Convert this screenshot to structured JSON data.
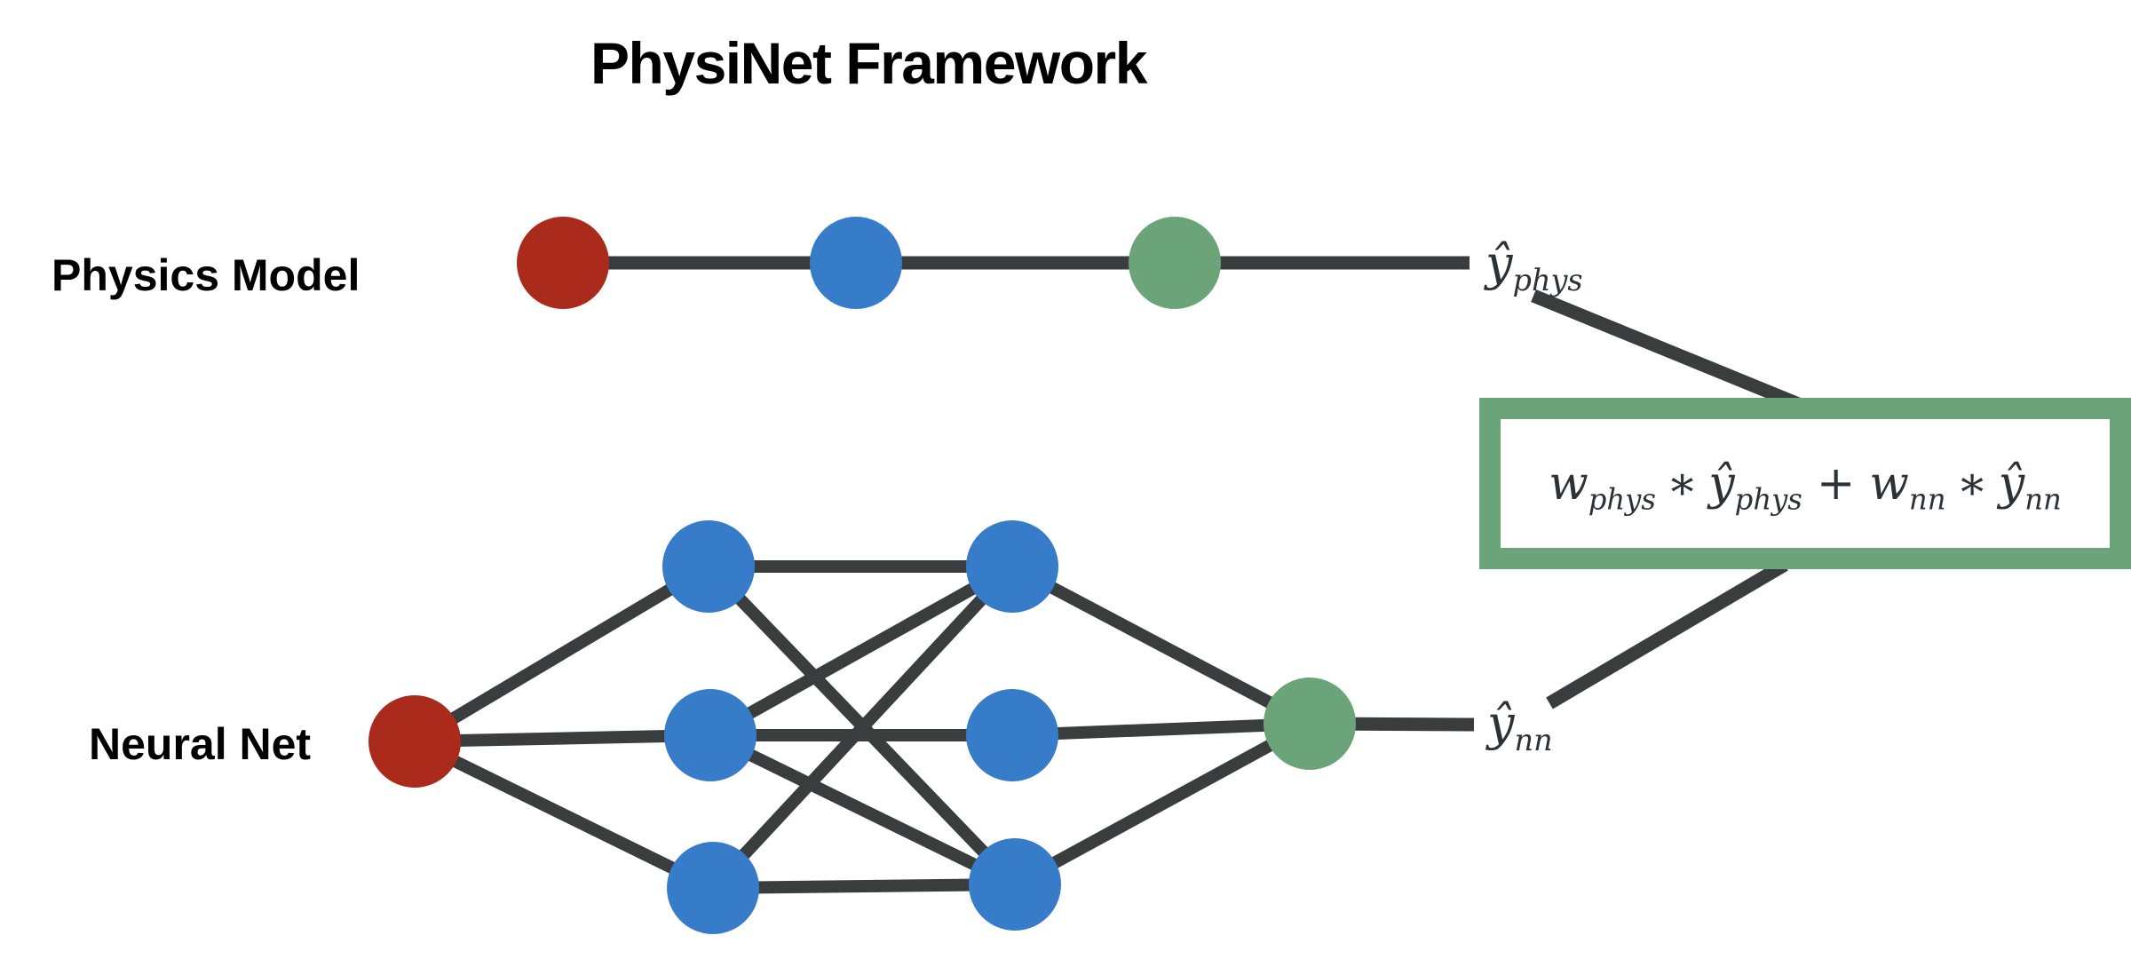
{
  "title": "PhysiNet Framework",
  "physics": {
    "label": "Physics Model",
    "output_label": {
      "base": "ŷ",
      "sub": "phys"
    }
  },
  "neural": {
    "label": "Neural Net",
    "output_label": {
      "base": "ŷ",
      "sub": "nn"
    }
  },
  "combiner": {
    "formula": {
      "w1": "w",
      "w1_sub": "phys",
      "op1": "∗",
      "y1": "ŷ",
      "y1_sub": "phys",
      "plus": "+",
      "w2": "w",
      "w2_sub": "nn",
      "op2": "∗",
      "y2": "ŷ",
      "y2_sub": "nn"
    }
  },
  "colors": {
    "node_red": "#AA2A1B",
    "node_blue": "#377CC8",
    "node_green": "#6BA478",
    "box_green": "#6BA478",
    "edge_dark": "#3A3D3D",
    "text_black": "#000000",
    "math_dark": "#2B3237"
  }
}
